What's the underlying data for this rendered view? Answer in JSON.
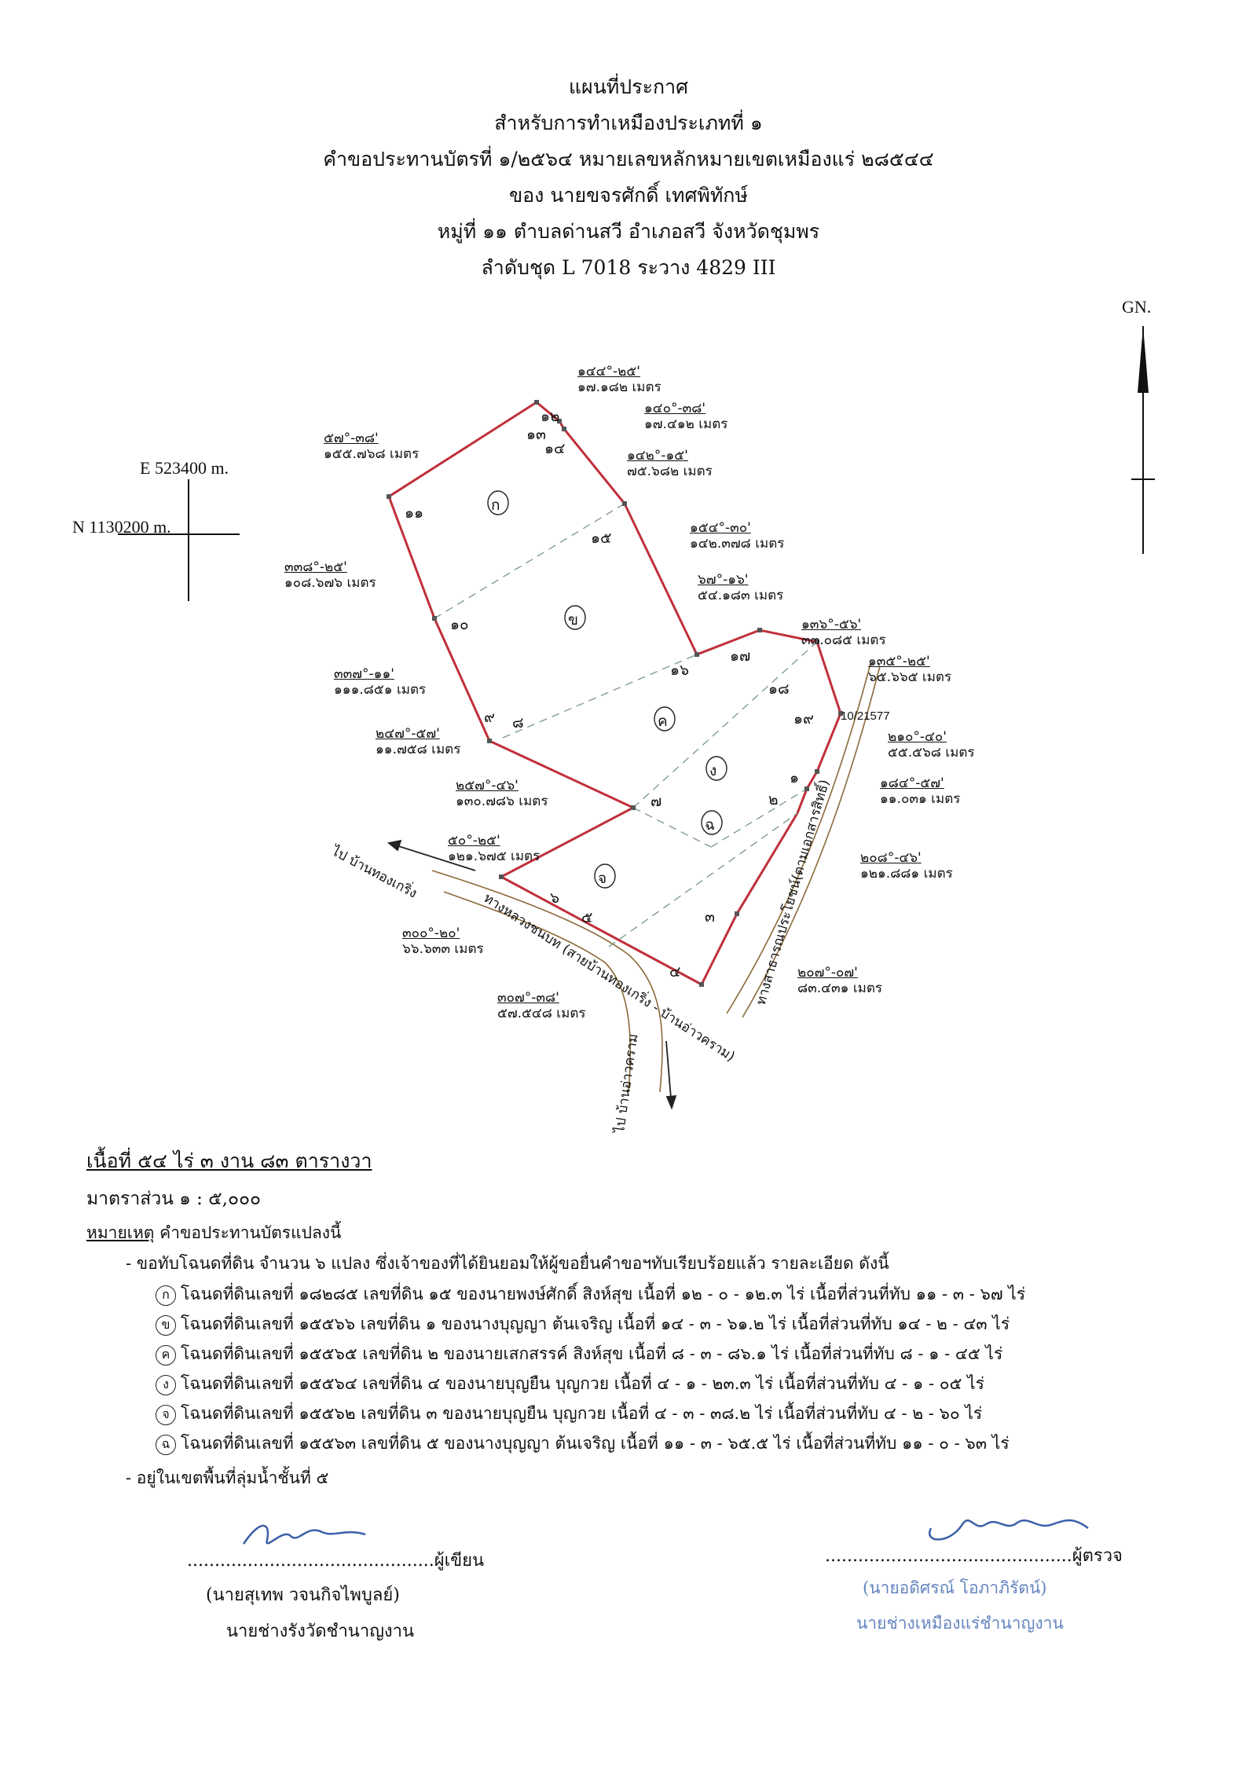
{
  "header": {
    "line1": "แผนที่ประกาศ",
    "line2": "สำหรับการทำเหมืองประเภทที่ ๑",
    "line3": "คำขอประทานบัตรที่ ๑/๒๕๖๔ หมายเลขหลักหมายเขตเหมืองแร่ ๒๘๕๔๔",
    "line4": "ของ นายขจรศักดิ์ เทศพิทักษ์",
    "line5": "หมู่ที่ ๑๑ ตำบลด่านสวี อำเภอสวี จังหวัดชุมพร",
    "line6": "ลำดับชุด L 7018 ระวาง 4829 III"
  },
  "north_label": "GN.",
  "grid": {
    "easting": "E 523400 m.",
    "northing": "N 1130200 m."
  },
  "pillars": [
    "๑๒",
    "๑๓",
    "๑๔",
    "๑๑",
    "๑๕",
    "๑๐",
    "๑๖",
    "๑๗",
    "๑๘",
    "๙",
    "๘",
    "๑๙",
    "๗",
    "๒",
    "๑",
    "๖",
    "๕",
    "๓",
    "๔"
  ],
  "parcels": [
    "ก",
    "ข",
    "ค",
    "ง",
    "ฉ",
    "จ"
  ],
  "bearings": [
    {
      "brg": "๑๔๔°-๒๕'",
      "dist": "๑๗.๑๘๒ เมตร"
    },
    {
      "brg": "๑๔๐°-๓๘'",
      "dist": "๑๗.๔๑๒ เมตร"
    },
    {
      "brg": "๑๔๒°-๑๕'",
      "dist": "๗๕.๖๘๒ เมตร"
    },
    {
      "brg": "๕๗°-๓๘'",
      "dist": "๑๕๕.๗๖๘ เมตร"
    },
    {
      "brg": "๑๕๔°-๓๐'",
      "dist": "๑๔๒.๓๗๘ เมตร"
    },
    {
      "brg": "๖๗°-๑๖'",
      "dist": "๕๔.๑๘๓ เมตร"
    },
    {
      "brg": "๓๓๘°-๒๕'",
      "dist": "๑๐๘.๖๗๖ เมตร"
    },
    {
      "brg": "๑๓๖°-๕๖'",
      "dist": "๓๓.๐๘๕ เมตร"
    },
    {
      "brg": "๑๓๕°-๒๕'",
      "dist": "๖๕.๖๖๕ เมตร"
    },
    {
      "brg": "๓๓๗°-๑๑'",
      "dist": "๑๑๑.๘๕๑ เมตร"
    },
    {
      "brg": "๒๑๐°-๔๐'",
      "dist": "๕๕.๕๖๘ เมตร"
    },
    {
      "brg": "๒๔๗°-๕๗'",
      "dist": "๑๑.๗๕๘ เมตร"
    },
    {
      "brg": "๑๘๔°-๕๗'",
      "dist": "๑๑.๐๓๑ เมตร"
    },
    {
      "brg": "๒๕๗°-๔๖'",
      "dist": "๑๓๐.๗๘๖ เมตร"
    },
    {
      "brg": "๕๐°-๒๕'",
      "dist": "๑๒๑.๖๗๕ เมตร"
    },
    {
      "brg": "๒๐๘°-๔๖'",
      "dist": "๑๒๑.๘๘๑ เมตร"
    },
    {
      "brg": "๓๐๐°-๒๐'",
      "dist": "๖๖.๖๓๓ เมตร"
    },
    {
      "brg": "๒๐๗°-๐๗'",
      "dist": "๘๓.๔๓๑ เมตร"
    },
    {
      "brg": "๓๐๗°-๓๘'",
      "dist": "๕๗.๕๔๘ เมตร"
    }
  ],
  "marker_label": "10/21577",
  "roads": {
    "to_thong_kreng": "ไป บ้านทองเกริ่ง",
    "highway": "ทางหลวงชนบท (สายบ้านทองเกริ่ง - บ้านอ่าวคราม)",
    "public_road": "ทางสาธารณประโยชน์(ตามเอกสารสิทธิ์)",
    "to_ao_khram": "ไป บ้านอ่าวคราม"
  },
  "area": "เนื้อที่ ๕๔ ไร่ ๓ งาน ๘๓ ตารางวา",
  "scale": "มาตราส่วน ๑ : ๕,๐๐๐",
  "remarks": {
    "title": "หมายเหตุ",
    "intro": "คำขอประทานบัตรแปลงนี้",
    "line1": "- ขอทับโฉนดที่ดิน จำนวน ๖ แปลง ซึ่งเจ้าของที่ได้ยินยอมให้ผู้ขอยื่นคำขอฯทับเรียบร้อยแล้ว รายละเอียด ดังนี้",
    "deeds": [
      {
        "mark": "ก",
        "text": "โฉนดที่ดินเลขที่ ๑๘๒๘๕ เลขที่ดิน ๑๕ ของนายพงษ์ศักดิ์ สิงห์สุข เนื้อที่ ๑๒ - ๐ - ๑๒.๓ ไร่ เนื้อที่ส่วนที่ทับ ๑๑ - ๓ - ๖๗ ไร่"
      },
      {
        "mark": "ข",
        "text": "โฉนดที่ดินเลขที่ ๑๕๕๖๖ เลขที่ดิน ๑ ของนางบุญญา ต้นเจริญ เนื้อที่ ๑๔ - ๓ - ๖๑.๒ ไร่ เนื้อที่ส่วนที่ทับ ๑๔ - ๒ - ๔๓ ไร่"
      },
      {
        "mark": "ค",
        "text": "โฉนดที่ดินเลขที่ ๑๕๕๖๕ เลขที่ดิน ๒ ของนายเสกสรรค์ สิงห์สุข เนื้อที่ ๘ - ๓ - ๘๖.๑ ไร่ เนื้อที่ส่วนที่ทับ ๘ - ๑ - ๔๕ ไร่"
      },
      {
        "mark": "ง",
        "text": "โฉนดที่ดินเลขที่ ๑๕๕๖๔ เลขที่ดิน ๔ ของนายบุญยืน บุญกวย เนื้อที่ ๔ - ๑ - ๒๓.๓ ไร่ เนื้อที่ส่วนที่ทับ ๔ - ๑ - ๐๕ ไร่"
      },
      {
        "mark": "จ",
        "text": "โฉนดที่ดินเลขที่ ๑๕๕๖๒ เลขที่ดิน ๓ ของนายบุญยืน บุญกวย เนื้อที่ ๔ - ๓ - ๓๘.๒ ไร่ เนื้อที่ส่วนที่ทับ ๔ - ๒ - ๖๐ ไร่"
      },
      {
        "mark": "ฉ",
        "text": "โฉนดที่ดินเลขที่ ๑๕๕๖๓ เลขที่ดิน ๕ ของนางบุญญา ต้นเจริญ เนื้อที่ ๑๑ - ๓ - ๖๕.๕ ไร่ เนื้อที่ส่วนที่ทับ ๑๑ - ๐ - ๖๓ ไร่"
      }
    ],
    "line2": "- อยู่ในเขตพื้นที่ลุ่มน้ำชั้นที่ ๕"
  },
  "signatures": {
    "writer_dots": ".............................................",
    "writer_role": "ผู้เขียน",
    "writer_name": "(นายสุเทพ วจนกิจไพบูลย์)",
    "writer_title": "นายช่างรังวัดชำนาญงาน",
    "checker_dots": ".............................................",
    "checker_role": "ผู้ตรวจ",
    "checker_name": "(นายอดิศรณ์ โอภาภิรัตน์)",
    "checker_title": "นายช่างเหมืองแร่ชำนาญงาน"
  }
}
